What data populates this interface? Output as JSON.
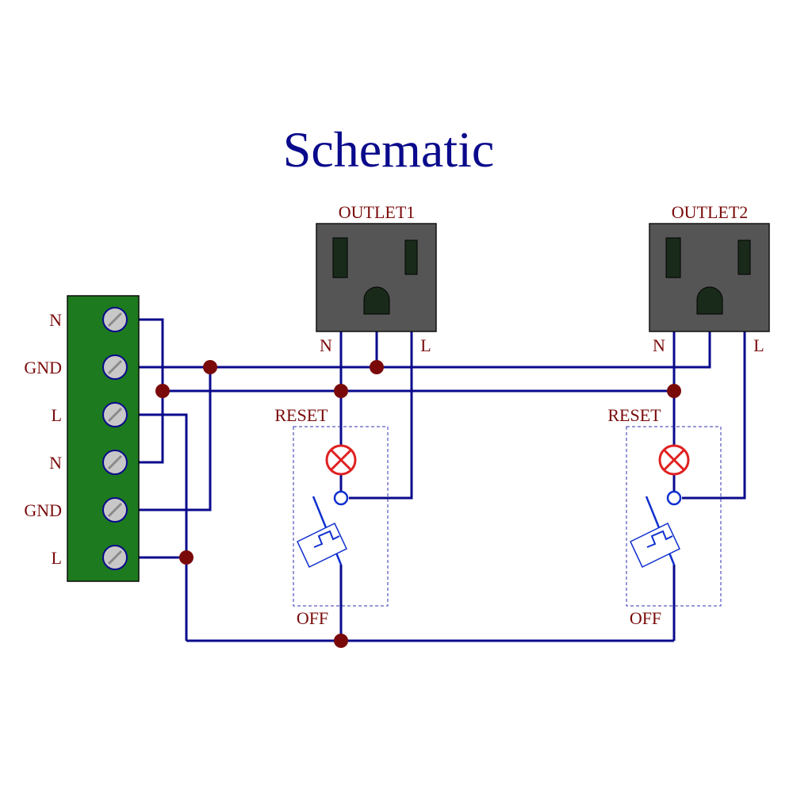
{
  "title": "Schematic",
  "colors": {
    "title": "#0a0a8c",
    "label": "#7a0a0a",
    "wire": "#0a0a8c",
    "junction": "#7a0a0a",
    "terminal_block": "#1e7a1e",
    "terminal_screw": "#c8c8c8",
    "outlet_body": "#555555",
    "outlet_slot": "#1a2a1a",
    "lamp": "#e02020",
    "switch": "#1030d0",
    "dashed_box": "#3030b0"
  },
  "terminal_block": {
    "labels": [
      "N",
      "GND",
      "L",
      "N",
      "GND",
      "L"
    ]
  },
  "outlets": [
    {
      "name": "OUTLET1",
      "n_label": "N",
      "l_label": "L"
    },
    {
      "name": "OUTLET2",
      "n_label": "N",
      "l_label": "L"
    }
  ],
  "breakers": [
    {
      "top_label": "RESET",
      "bottom_label": "OFF",
      "lamp_icon": "lamp-icon",
      "switch_icon": "thermal-switch-icon"
    },
    {
      "top_label": "RESET",
      "bottom_label": "OFF",
      "lamp_icon": "lamp-icon",
      "switch_icon": "thermal-switch-icon"
    }
  ]
}
